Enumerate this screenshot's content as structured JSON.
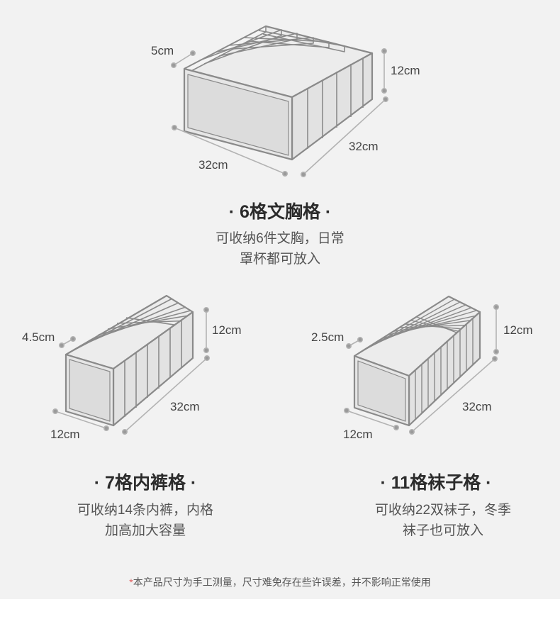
{
  "products": [
    {
      "id": "6-grid-bra",
      "title": "6格文胸格",
      "description": [
        "可收纳6件文胸，日常",
        "罩杯都可放入"
      ],
      "dimensions": {
        "slot_width": "5cm",
        "height": "12cm",
        "depth": "32cm",
        "length": "32cm"
      }
    },
    {
      "id": "7-grid-underwear",
      "title": "7格内裤格",
      "description": [
        "可收纳14条内裤，内格",
        "加高加大容量"
      ],
      "dimensions": {
        "slot_width": "4.5cm",
        "height": "12cm",
        "length": "32cm",
        "width": "12cm"
      }
    },
    {
      "id": "11-grid-socks",
      "title": "11格袜子格",
      "description": [
        "可收纳22双袜子，冬季",
        "袜子也可放入"
      ],
      "dimensions": {
        "slot_width": "2.5cm",
        "height": "12cm",
        "length": "32cm",
        "width": "12cm"
      }
    }
  ],
  "title_separator": "·",
  "footnote": {
    "mark": "*",
    "text": "本产品尺寸为手工测量，尺寸难免存在些许误差，并不影响正常使用"
  },
  "colors": {
    "background": "#f2f2f2",
    "box_stroke": "#8a8a8a",
    "box_fill": "#e4e4e4",
    "dim_line": "#b3b3b3"
  }
}
